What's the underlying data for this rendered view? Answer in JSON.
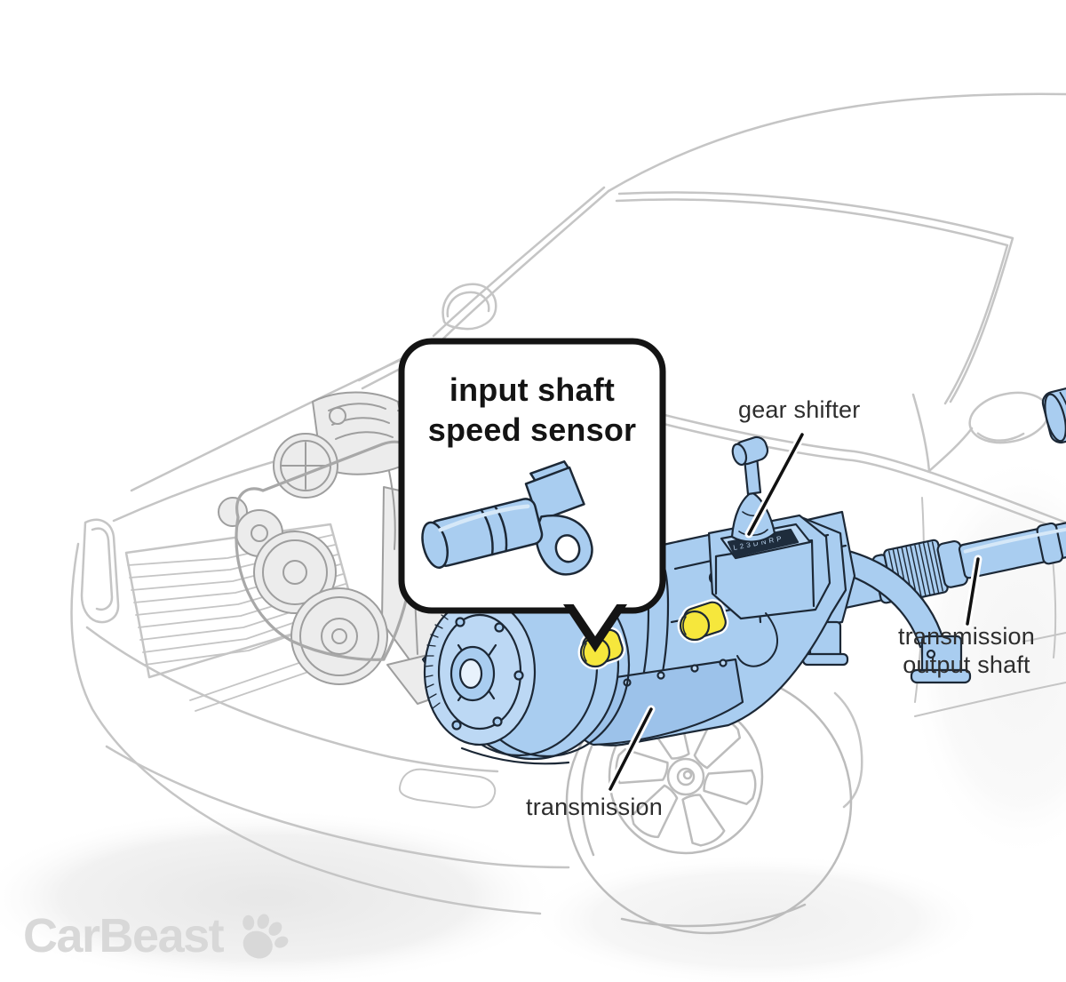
{
  "callout": {
    "line1": "input shaft",
    "line2": "speed sensor"
  },
  "labels": {
    "gear_shifter": "gear shifter",
    "output_shaft_line1": "transmission",
    "output_shaft_line2": "output shaft",
    "transmission": "transmission"
  },
  "shifter": {
    "indicator_letters": "L 2 3 D N R P"
  },
  "logo": {
    "brand": "CarBeast"
  },
  "colors": {
    "highlight_blue": "#a9cdf0",
    "highlight_blue_light": "#bcd8f4",
    "outline_dark": "#1c2836",
    "sensor_yellow": "#f6e73c",
    "car_line_gray": "#c5c5c5",
    "engine_fill_gray": "#ececec",
    "engine_line_gray": "#9e9e9e",
    "label_text": "#2d2d2d",
    "logo_gray": "#d8d8d8",
    "callout_border": "#141414"
  }
}
